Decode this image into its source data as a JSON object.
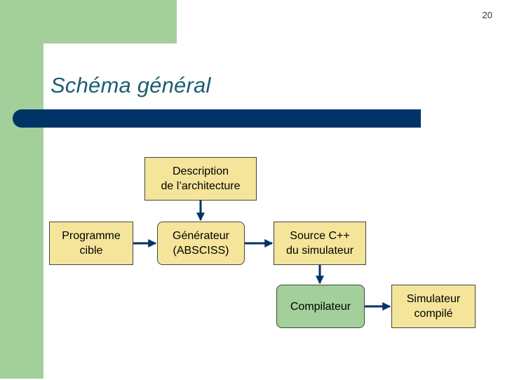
{
  "slide": {
    "page_number": "20",
    "title": "Schéma général"
  },
  "diagram": {
    "description": "Description\nde l’architecture",
    "programme": "Programme\ncible",
    "generateur": "Générateur\n(ABSCISS)",
    "source": "Source C++\ndu simulateur",
    "compilateur": "Compilateur",
    "simulateur": "Simulateur\ncompilé"
  },
  "colors": {
    "green": "#a3cf9a",
    "title_blue": "#003366",
    "box_yellow": "#f4e59a"
  }
}
